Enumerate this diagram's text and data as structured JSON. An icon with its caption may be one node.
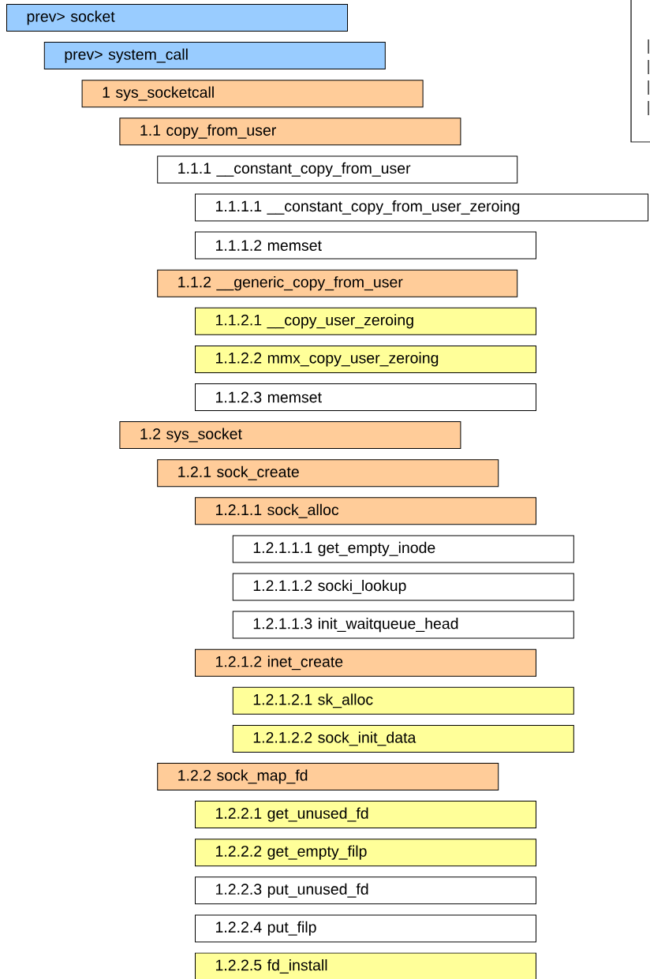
{
  "diagram": {
    "nodes": [
      {
        "text": [
          "prev> socket"
        ]
      },
      {
        "text": [
          "prev> system_call"
        ]
      },
      {
        "text": [
          "1 sys_socketcall"
        ]
      },
      {
        "text": [
          "1.1 copy_from_user"
        ]
      },
      {
        "text": [
          "1.1.1 __constant_copy_from_user"
        ]
      },
      {
        "text": [
          "1.1.1.1 __constant_copy_from_user_zeroing"
        ]
      },
      {
        "text": [
          "1.1.1.2 memset"
        ]
      },
      {
        "text": [
          "1.1.2 __generic_copy_from_user"
        ]
      },
      {
        "text": [
          "1.1.2.1 __copy_user_zeroing"
        ]
      },
      {
        "text": [
          "1.1.2.2 mmx_copy_user_zeroing"
        ]
      },
      {
        "text": [
          "1.1.2.3 memset"
        ]
      },
      {
        "text": [
          "1.2 sys_socket"
        ]
      },
      {
        "text": [
          "1.2.1 sock_create"
        ]
      },
      {
        "text": [
          "1.2.1.1 sock_alloc"
        ]
      },
      {
        "text": [
          "1.2.1.1.1 get_empty_inode"
        ]
      },
      {
        "text": [
          "1.2.1.1.2 socki_lookup"
        ]
      },
      {
        "text": [
          "1.2.1.1.3 init_waitqueue_head"
        ]
      },
      {
        "text": [
          "1.2.1.2 inet_create"
        ]
      },
      {
        "text": [
          "1.2.1.2.1 sk_alloc"
        ]
      },
      {
        "text": [
          "1.2.1.2.2 sock_init_data"
        ]
      },
      {
        "text": [
          "1.2.2 sock_map_fd"
        ]
      },
      {
        "text": [
          "1.2.2.1 get_unused_fd"
        ]
      },
      {
        "text": [
          "1.2.2.2 get_empty_filp"
        ]
      },
      {
        "text": [
          "1.2.2.3 put_unused_fd"
        ]
      },
      {
        "text": [
          "1.2.2.4 put_filp"
        ]
      },
      {
        "text": [
          "1.2.2.5 fd_install"
        ]
      }
    ]
  }
}
